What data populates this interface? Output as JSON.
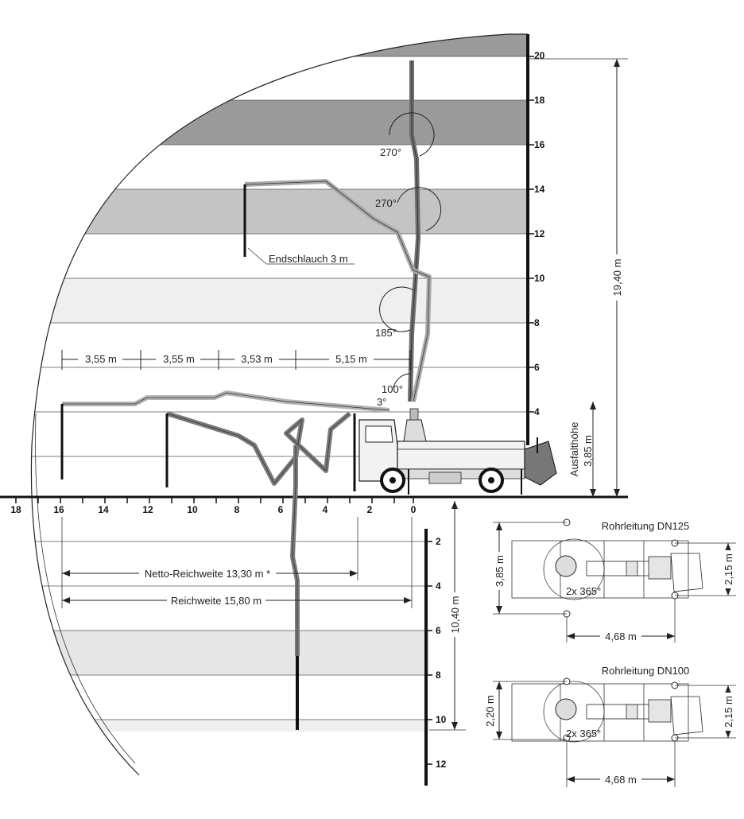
{
  "labels": {
    "endschlauch": "Endschlauch 3 m",
    "height_total": "19,40 m",
    "depth_total": "10,40 m",
    "ausfalt_title": "Ausfalthöhe",
    "ausfalt_value": "3,85 m",
    "netto": "Netto-Reichweite 13,30 m *",
    "reichweite": "Reichweite 15,80 m",
    "seg1": "3,55 m",
    "seg2": "3,55 m",
    "seg3": "3,53 m",
    "seg4": "5,15 m",
    "angle1": "270°",
    "angle2": "270°",
    "angle3": "185°",
    "angle4": "100°",
    "angle5": "3°"
  },
  "vertical_axis_up": [
    "4",
    "6",
    "8",
    "10",
    "12",
    "14",
    "16",
    "18",
    "20"
  ],
  "vertical_axis_down": [
    "2",
    "4",
    "6",
    "8",
    "10",
    "12"
  ],
  "horizontal_axis": [
    "18",
    "16",
    "14",
    "12",
    "10",
    "8",
    "6",
    "4",
    "2",
    "0"
  ],
  "plan_dn125": {
    "title": "Rohrleitung DN125",
    "width_left": "3,85 m",
    "width_right": "2,15 m",
    "rotation": "2x 365°",
    "length": "4,68 m"
  },
  "plan_dn100": {
    "title": "Rohrleitung DN100",
    "width_left": "2,20 m",
    "width_right": "2,15 m",
    "rotation": "2x 365°",
    "length": "4,68 m"
  },
  "colors": {
    "band_dark": "#9a9a9a",
    "band_mid": "#c4c4c4",
    "band_light": "#e6e6e6",
    "band_lightest": "#efefef",
    "boom_dark": "#6f6f6f",
    "boom_light": "#a9a9a9",
    "axis": "#111111"
  }
}
